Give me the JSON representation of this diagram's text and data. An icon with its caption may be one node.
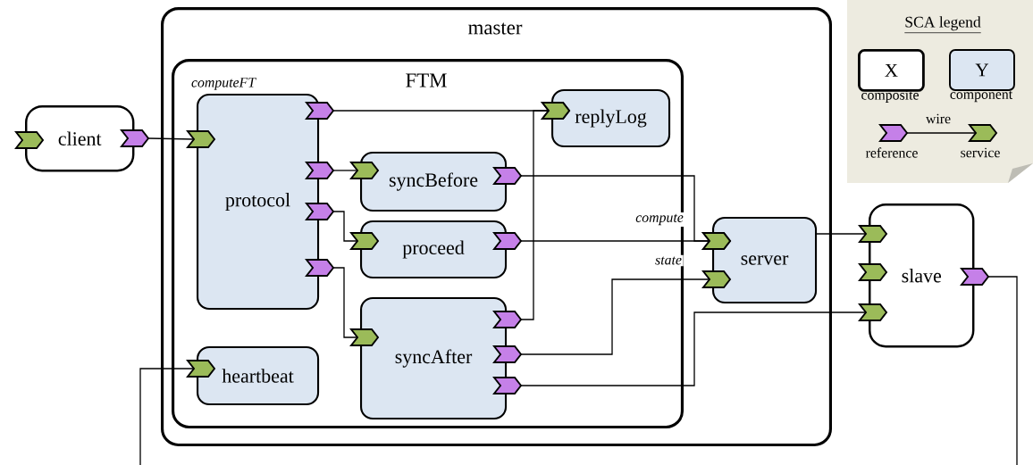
{
  "diagram": {
    "nodes": [
      {
        "text": [
          "client"
        ]
      },
      {
        "text": [
          "master"
        ]
      },
      {
        "text": [
          "FTM"
        ],
        "in": 1
      },
      {
        "text": [
          "protocol"
        ],
        "in": 2,
        "beside": [
          "computeFT"
        ]
      },
      {
        "text": [
          "replyLog"
        ],
        "in": 2
      },
      {
        "text": [
          "syncBefore"
        ],
        "in": 2
      },
      {
        "text": [
          "proceed"
        ],
        "in": 2
      },
      {
        "text": [
          "syncAfter"
        ],
        "in": 2
      },
      {
        "text": [
          "heartbeat"
        ],
        "in": 2
      },
      {
        "text": [
          "server"
        ],
        "in": 1,
        "beside": [
          "compute",
          "state"
        ]
      },
      {
        "text": [
          "slave"
        ]
      }
    ],
    "edges": [
      {
        "from": 0,
        "to": 3,
        "arrow": "to"
      },
      {
        "from": 3,
        "to": 4,
        "arrow": "to"
      },
      {
        "from": 3,
        "to": 5,
        "arrow": "to"
      },
      {
        "from": 3,
        "to": 6,
        "arrow": "to"
      },
      {
        "from": 3,
        "to": 7,
        "arrow": "to"
      },
      {
        "from": 5,
        "to": 9,
        "arrow": "to"
      },
      {
        "from": 6,
        "to": 9,
        "arrow": "to"
      },
      {
        "from": 7,
        "to": 4,
        "arrow": "to"
      },
      {
        "from": 7,
        "to": 9,
        "arrow": "to"
      },
      {
        "from": 7,
        "to": 10,
        "arrow": "to"
      },
      {
        "from": 9,
        "to": 10,
        "arrow": "to"
      },
      {
        "from": 10,
        "to": null,
        "arrow": "other"
      },
      {
        "from": null,
        "to": 8,
        "arrow": "to"
      }
    ],
    "labels": [
      "SCA legend",
      "X",
      "Y"
    ],
    "legend": [
      {
        "text": "composite"
      },
      {
        "text": "component"
      },
      {
        "text": "wire"
      },
      {
        "text": "reference"
      },
      {
        "text": "service"
      }
    ]
  }
}
